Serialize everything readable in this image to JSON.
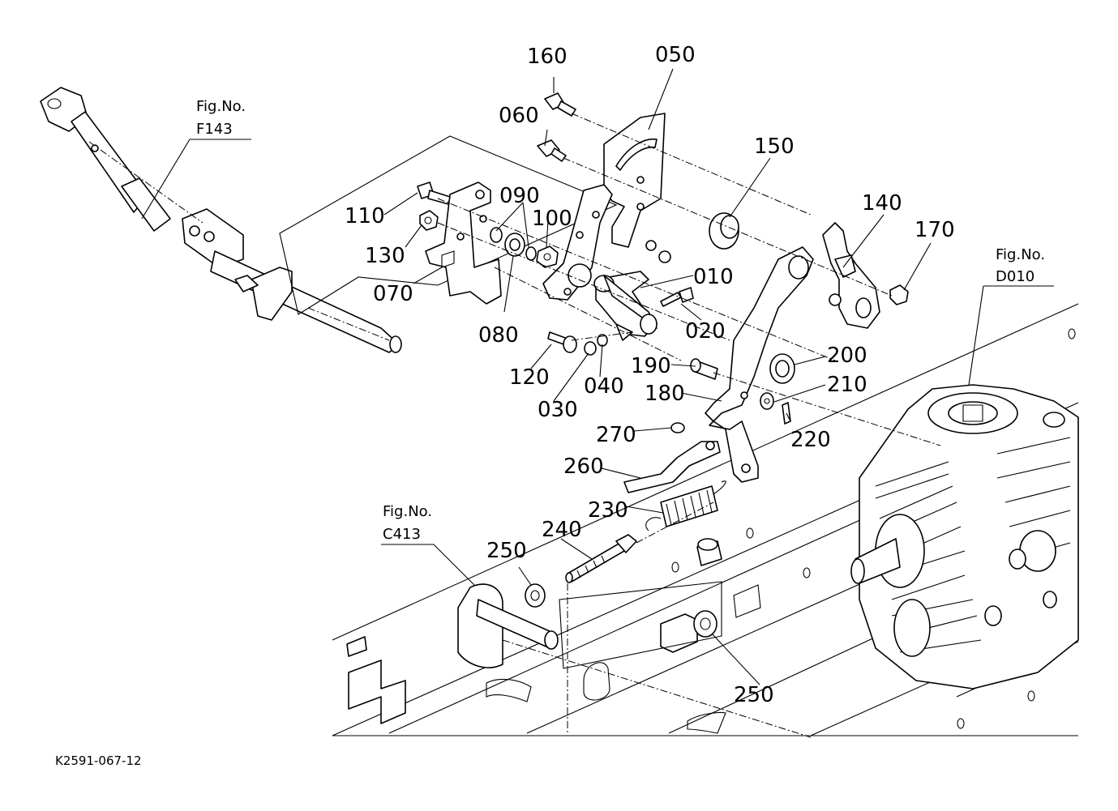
{
  "parts": [
    {
      "id": "p160",
      "num": "160"
    },
    {
      "id": "p050",
      "num": "050"
    },
    {
      "id": "p060",
      "num": "060"
    },
    {
      "id": "p150",
      "num": "150"
    },
    {
      "id": "p090",
      "num": "090"
    },
    {
      "id": "p110",
      "num": "110"
    },
    {
      "id": "p100",
      "num": "100"
    },
    {
      "id": "p140",
      "num": "140"
    },
    {
      "id": "p170",
      "num": "170"
    },
    {
      "id": "p130",
      "num": "130"
    },
    {
      "id": "p010",
      "num": "010"
    },
    {
      "id": "p070",
      "num": "070"
    },
    {
      "id": "p020",
      "num": "020"
    },
    {
      "id": "p080",
      "num": "080"
    },
    {
      "id": "p200",
      "num": "200"
    },
    {
      "id": "p190",
      "num": "190"
    },
    {
      "id": "p210",
      "num": "210"
    },
    {
      "id": "p120",
      "num": "120"
    },
    {
      "id": "p040",
      "num": "040"
    },
    {
      "id": "p180",
      "num": "180"
    },
    {
      "id": "p030",
      "num": "030"
    },
    {
      "id": "p220",
      "num": "220"
    },
    {
      "id": "p270",
      "num": "270"
    },
    {
      "id": "p260",
      "num": "260"
    },
    {
      "id": "p230",
      "num": "230"
    },
    {
      "id": "p240",
      "num": "240"
    },
    {
      "id": "p250a",
      "num": "250"
    },
    {
      "id": "p250b",
      "num": "250"
    }
  ],
  "figure_refs": [
    {
      "id": "f143",
      "label": "Fig.No.",
      "code": "F143"
    },
    {
      "id": "d010",
      "label": "Fig.No.",
      "code": "D010"
    },
    {
      "id": "c413",
      "label": "Fig.No.",
      "code": "C413"
    }
  ],
  "drawing_code": "K2591-067-12"
}
